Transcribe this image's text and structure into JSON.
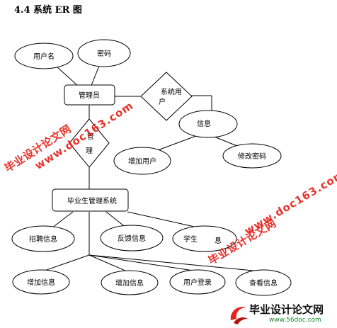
{
  "heading": "4.4 系统 ER 图",
  "nodes": {
    "username": "用户名",
    "password": "密码",
    "admin": "管理员",
    "sys_user_1": "系统用",
    "sys_user_2": "户",
    "info": "信息",
    "add_user": "增加用户",
    "change_pwd": "修改密码",
    "manage_1": "管",
    "manage_2": "理",
    "graduate_sys": "毕业生管理系统",
    "recruit_info": "招聘信息",
    "feedback_info": "反馈信息",
    "student_info_1": "学生",
    "student_info_2": "息",
    "add_info_1": "增加信息",
    "add_info_2": "增加信息",
    "user_login": "用户登录",
    "view_info": "查看信息"
  },
  "watermarks": {
    "cn": "毕业设计论文网",
    "url": "www.doc163.com"
  },
  "footer": {
    "title": "毕业设计论文网",
    "url": "www.56doc.com"
  }
}
